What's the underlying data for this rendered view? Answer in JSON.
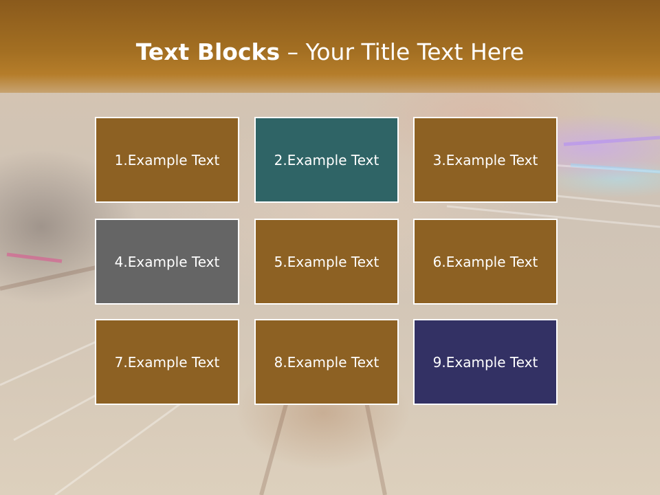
{
  "title": {
    "bold": "Text Blocks",
    "rest": " – Your Title Text Here"
  },
  "blocks": [
    {
      "label": "1.Example Text",
      "color": "#8d6123"
    },
    {
      "label": "2.Example Text",
      "color": "#2f6466"
    },
    {
      "label": "3.Example Text",
      "color": "#8d6123"
    },
    {
      "label": "4.Example Text",
      "color": "#656565"
    },
    {
      "label": "5.Example Text",
      "color": "#8d6123"
    },
    {
      "label": "6.Example Text",
      "color": "#8d6123"
    },
    {
      "label": "7.Example Text",
      "color": "#8d6123"
    },
    {
      "label": "8.Example Text",
      "color": "#8d6123"
    },
    {
      "label": "9.Example Text",
      "color": "#333164"
    }
  ]
}
